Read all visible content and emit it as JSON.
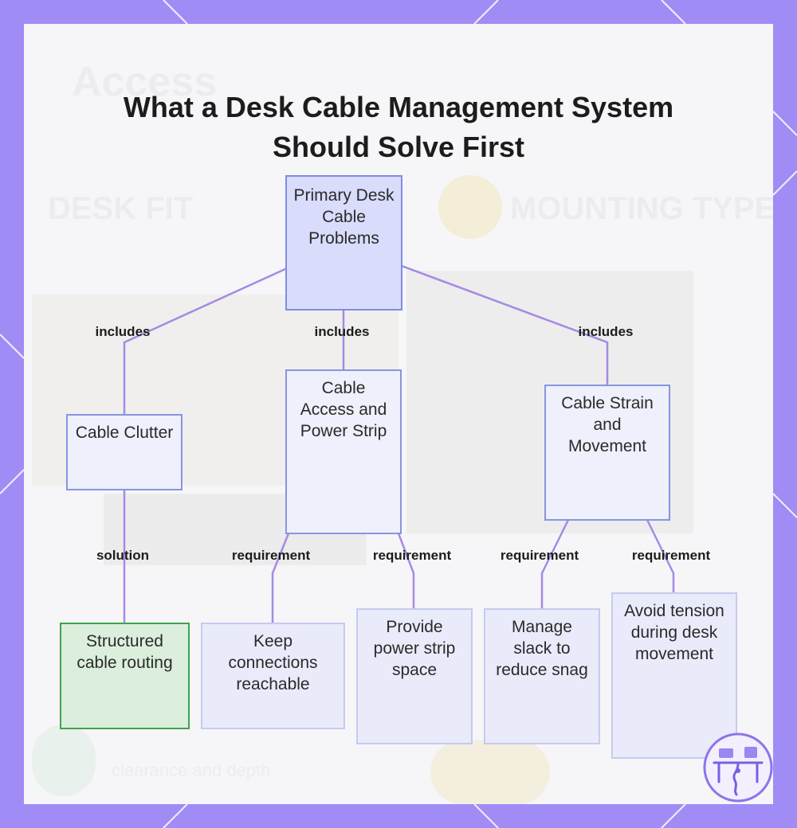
{
  "title": {
    "line1": "What a Desk Cable Management System",
    "line2": "Should Solve First"
  },
  "background_text": {
    "word1": "Access",
    "word2": "DESK FIT",
    "word3": "MOUNTING TYPE",
    "word4": "clearance and depth"
  },
  "nodes": {
    "root": "Primary Desk Cable Problems",
    "clutter": "Cable Clutter",
    "access": "Cable Access and Power Strip",
    "strain": "Cable Strain and Movement",
    "routing": "Structured cable routing",
    "reachable": "Keep connections reachable",
    "strip_space": "Provide power strip space",
    "slack": "Manage slack to reduce snag",
    "tension": "Avoid tension during desk movement"
  },
  "edge_labels": {
    "includes_left": "includes",
    "includes_center": "includes",
    "includes_right": "includes",
    "solution": "solution",
    "requirement_1": "requirement",
    "requirement_2": "requirement",
    "requirement_3": "requirement",
    "requirement_4": "requirement"
  },
  "colors": {
    "frame": "#a18cf5",
    "panel": "#f6f6f8",
    "root_fill": "#d9dcfb",
    "node_fill": "#eef0fb",
    "node_border": "#8795e0",
    "solution_fill": "#dcefdc",
    "solution_border": "#3fa34d",
    "connector": "#a58ae6"
  },
  "icons": {
    "badge": "desk-cable-logo-icon"
  }
}
